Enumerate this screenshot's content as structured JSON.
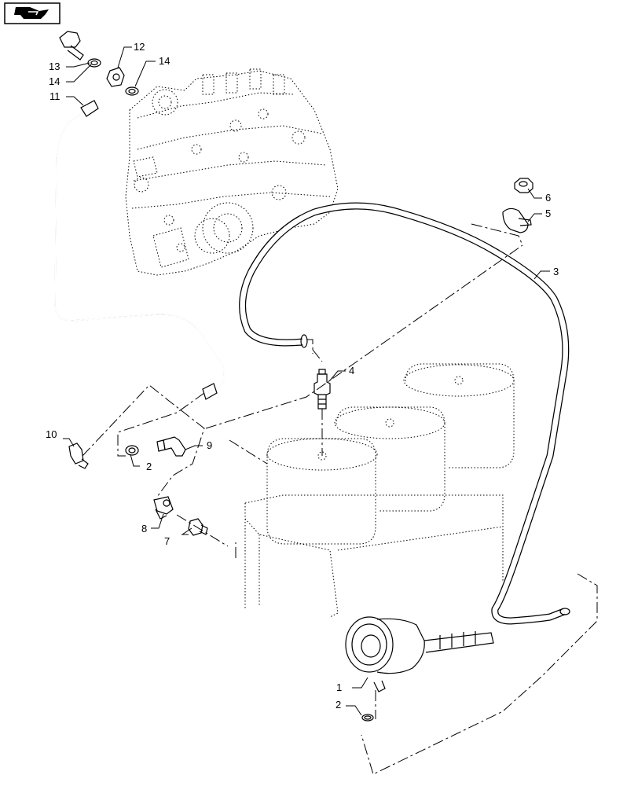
{
  "nav": {
    "icon": "back-arrow-icon"
  },
  "callouts": {
    "c1": "1",
    "c2a": "2",
    "c2b": "2",
    "c3": "3",
    "c4": "4",
    "c5": "5",
    "c6": "6",
    "c7": "7",
    "c8": "8",
    "c9": "9",
    "c10": "10",
    "c11": "11",
    "c12": "12",
    "c13": "13",
    "c14a": "14",
    "c14b": "14"
  }
}
